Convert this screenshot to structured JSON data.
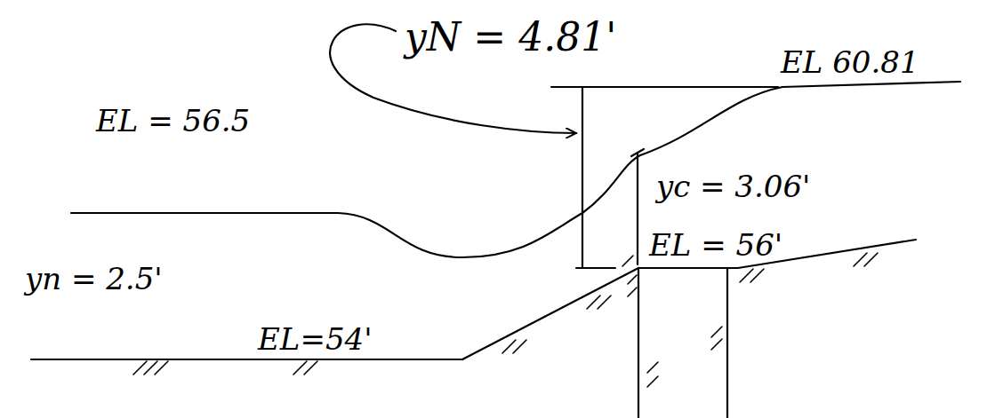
{
  "diagram": {
    "labels": [
      "yN = 4.81'",
      "EL 60.81",
      "EL = 56.5",
      "yc = 3.06'",
      "EL = 56'",
      "yn = 2.5'",
      "EL=54'"
    ]
  }
}
